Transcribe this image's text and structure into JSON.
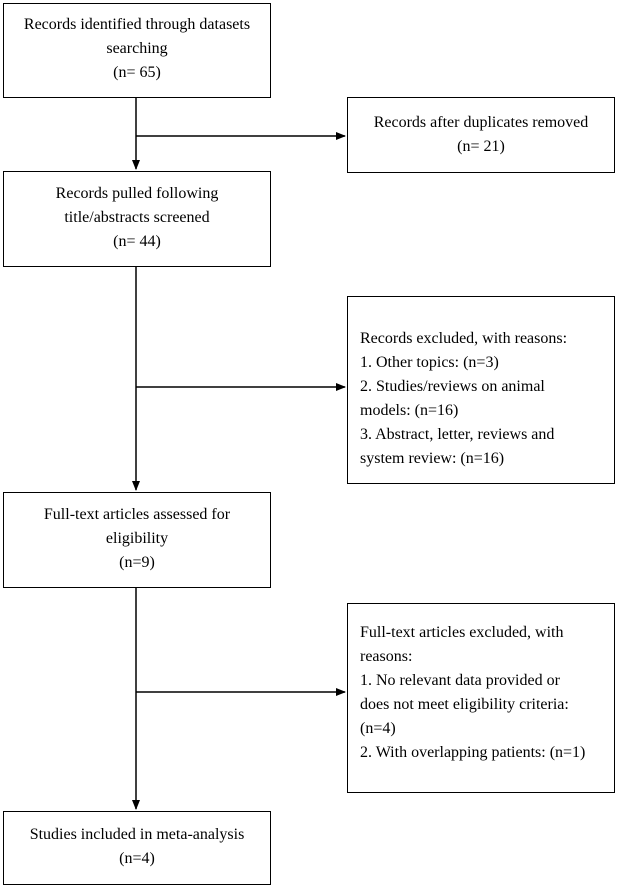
{
  "boxes": {
    "identified": {
      "lines": [
        "Records identified through datasets",
        "searching",
        "(n= 65)"
      ]
    },
    "duplicates": {
      "lines": [
        "Records after duplicates removed",
        "(n= 21)"
      ]
    },
    "screened": {
      "lines": [
        "Records pulled following",
        "title/abstracts screened",
        "(n= 44)"
      ]
    },
    "excluded": {
      "lines": [
        "Records excluded, with reasons:",
        "1. Other topics: (n=3)",
        "2. Studies/reviews on animal",
        "models: (n=16)",
        "3. Abstract, letter, reviews and",
        "system review: (n=16)"
      ]
    },
    "fulltext": {
      "lines": [
        "Full-text articles assessed for",
        "eligibility",
        "(n=9)"
      ]
    },
    "fulltext_excluded": {
      "lines": [
        "Full-text articles excluded, with",
        "reasons:",
        "1. No relevant data provided or",
        "does not meet eligibility criteria:",
        "(n=4)",
        "2. With overlapping patients: (n=1)"
      ]
    },
    "included": {
      "lines": [
        "Studies included in meta-analysis",
        "(n=4)"
      ]
    }
  }
}
